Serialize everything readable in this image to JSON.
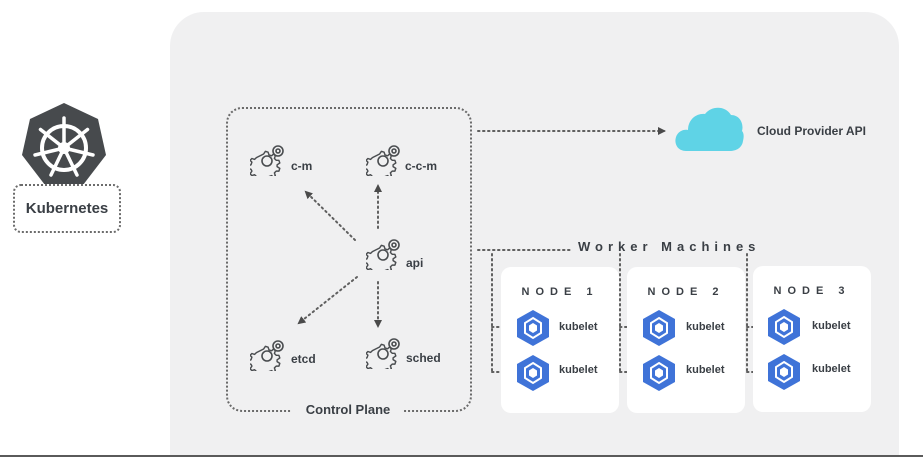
{
  "logo": {
    "label": "Kubernetes",
    "icon": "kubernetes-helm-icon"
  },
  "control_plane": {
    "label": "Control Plane",
    "components": [
      {
        "id": "cm",
        "label": "c-m",
        "icon": "gear-icon"
      },
      {
        "id": "ccm",
        "label": "c-c-m",
        "icon": "gear-icon"
      },
      {
        "id": "api",
        "label": "api",
        "icon": "gear-icon"
      },
      {
        "id": "etcd",
        "label": "etcd",
        "icon": "gear-icon"
      },
      {
        "id": "sched",
        "label": "sched",
        "icon": "gear-icon"
      }
    ]
  },
  "cloud": {
    "label": "Cloud Provider API",
    "icon": "cloud-icon",
    "color": "#5fd3e6"
  },
  "workers": {
    "label": "Worker Machines",
    "nodes": [
      {
        "title": "NODE 1",
        "kubelets": [
          "kubelet",
          "kubelet"
        ]
      },
      {
        "title": "NODE 2",
        "kubelets": [
          "kubelet",
          "kubelet"
        ]
      },
      {
        "title": "NODE 3",
        "kubelets": [
          "kubelet",
          "kubelet"
        ]
      }
    ],
    "kubelet_color": "#3f73d8"
  },
  "colors": {
    "panel": "#f0f0f1",
    "logo": "#474a4d",
    "text": "#3a3f45",
    "dots": "#5f5f5f"
  }
}
